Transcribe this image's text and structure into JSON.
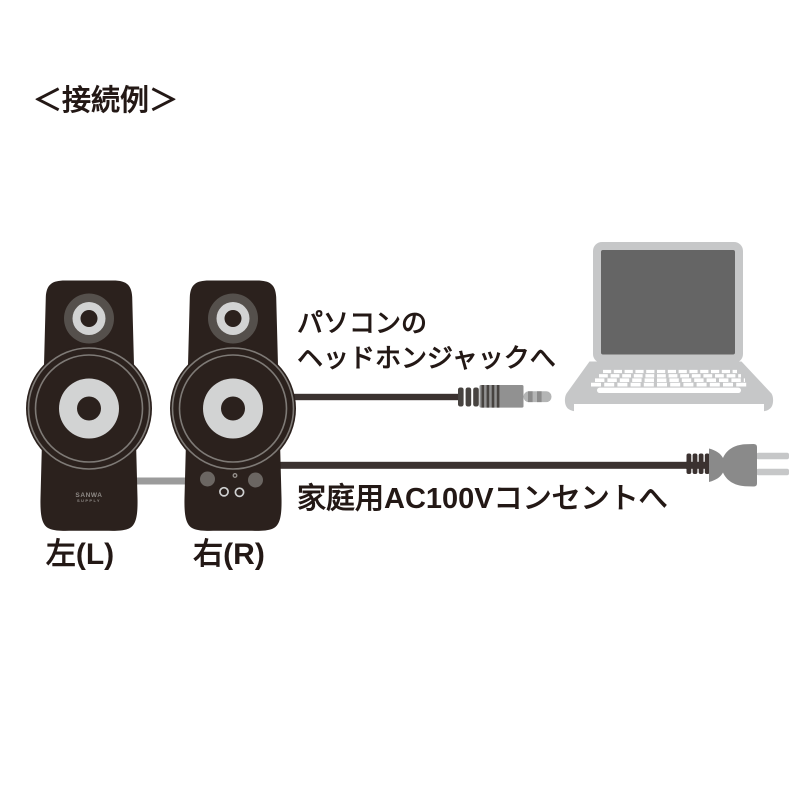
{
  "title": {
    "text": "＜接続例＞"
  },
  "speakers": {
    "left_label": "左(L)",
    "right_label": "右(R)",
    "logo_line1": "SANWA",
    "logo_line2": "SUPPLY"
  },
  "annotations": {
    "headphone_line1": "パソコンの",
    "headphone_line2": "ヘッドホンジャックへ",
    "power": "家庭用AC100Vコンセントへ"
  },
  "icons": {
    "left_speaker": "speaker-icon",
    "right_speaker": "speaker-icon",
    "laptop": "laptop-icon",
    "audio_plug": "mini-plug-icon",
    "power_plug": "ac-plug-icon",
    "link_cable": "cable-icon"
  },
  "colors": {
    "text": "#231815",
    "speaker_body": "#2b211d",
    "speaker_cone": "#d2d3d3",
    "speaker_ring": "#7e7a76",
    "tweeter_ring": "#55504c",
    "knob_gray": "#6b6662",
    "cable_dark": "#3b3230",
    "cable_link": "#9b9b9b",
    "plug_body": "#919191",
    "plug_ridge": "#474340",
    "plug_shaft": "#b4b5b5",
    "ac_plug_body": "#8a8a8a",
    "prong_gray": "#c6c7c8",
    "laptop_gray": "#c6c7c8",
    "laptop_screen": "#656565",
    "key_white": "#ffffff"
  }
}
